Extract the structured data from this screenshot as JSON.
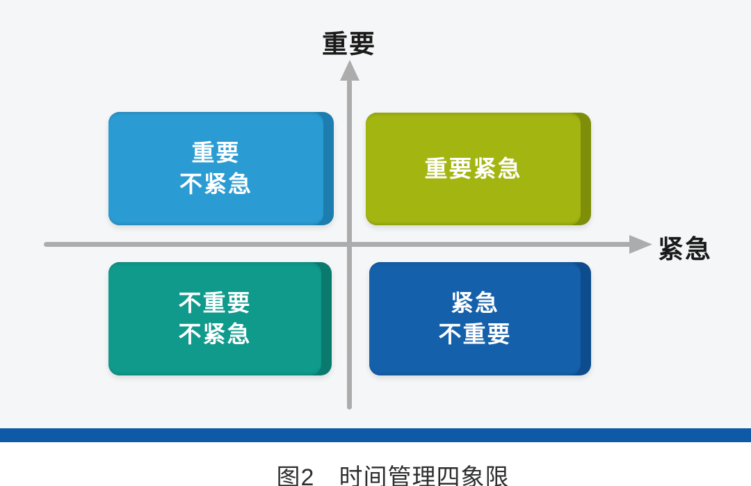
{
  "axes": {
    "y_label": "重要",
    "x_label": "紧急",
    "color": "#ACACAC",
    "label_color": "#1A1A1A"
  },
  "quadrants": [
    {
      "name": "important-not-urgent",
      "position": "top-left",
      "lines": [
        "重要",
        "不紧急"
      ],
      "color": "#2B9CD3",
      "edge_color": "#1C7DAE",
      "text_color": "#FFFFFF"
    },
    {
      "name": "important-urgent",
      "position": "top-right",
      "lines": [
        "重要紧急"
      ],
      "color": "#A3B511",
      "edge_color": "#7F8E09",
      "text_color": "#FFFFFF"
    },
    {
      "name": "not-important-not-urgent",
      "position": "bottom-left",
      "lines": [
        "不重要",
        "不紧急"
      ],
      "color": "#0F9A8C",
      "edge_color": "#0A7A6E",
      "text_color": "#FFFFFF"
    },
    {
      "name": "urgent-not-important",
      "position": "bottom-right",
      "lines": [
        "紧急",
        "不重要"
      ],
      "color": "#1560AB",
      "edge_color": "#0D4C8D",
      "text_color": "#FFFFFF"
    }
  ],
  "bottom_bar": {
    "color": "#0E5AA7"
  },
  "caption": {
    "text": "图2　时间管理四象限",
    "color": "#2E2E2E"
  },
  "background": {
    "top": "#F5F6F7",
    "bottom": "#FFFFFF"
  }
}
